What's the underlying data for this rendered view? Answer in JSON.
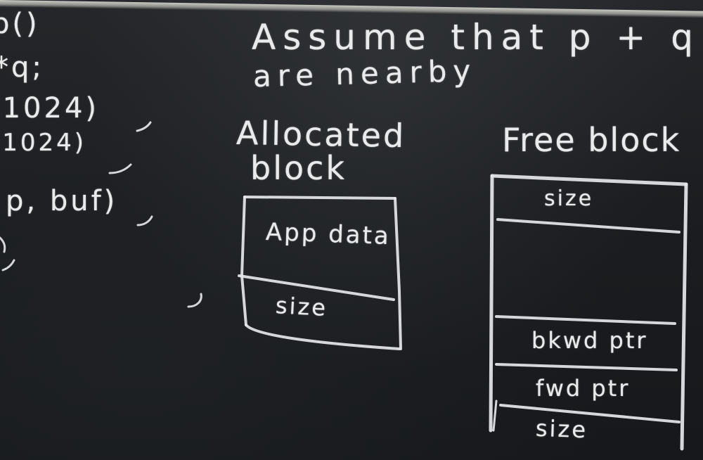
{
  "code_fragments": [
    "p()",
    "*q;",
    "(1024)",
    "(1024)",
    "p, buf)"
  ],
  "heading": {
    "line1": "Assume that p + q",
    "line2": "are nearby"
  },
  "allocated_block": {
    "title_line1": "Allocated",
    "title_line2": "block",
    "cells": [
      "App data",
      "size"
    ]
  },
  "free_block": {
    "title": "Free block",
    "cells": [
      "size",
      "",
      "bkwd ptr",
      "fwd ptr",
      "size"
    ]
  }
}
